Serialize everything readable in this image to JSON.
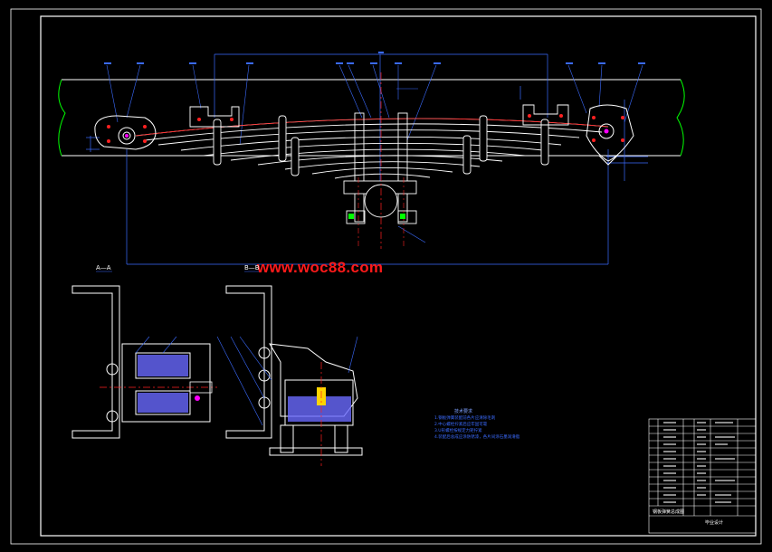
{
  "watermark": "www.woc88.com",
  "section_a": "A—A",
  "section_b": "B—B",
  "notes": {
    "title": "技术要求",
    "lines": [
      "1.钢板弹簧装配前各片应清除毛刺",
      "2.中心螺栓拧紧后应牢固可靠",
      "3.U形螺栓按规定力矩拧紧",
      "4.装配后总成应涂防锈漆，各片间涂石墨润滑脂"
    ]
  },
  "titleblock": {
    "drawing_name": "钢板弹簧总成图",
    "school": "毕业设计"
  },
  "colors": {
    "frame": "#ffffff",
    "part": "#ffffff",
    "dim": "#3b6bff",
    "centerline": "#ff2020",
    "accent": "#ff00ff",
    "chassis": "#00ff00",
    "hatch": "#6a6aff"
  }
}
